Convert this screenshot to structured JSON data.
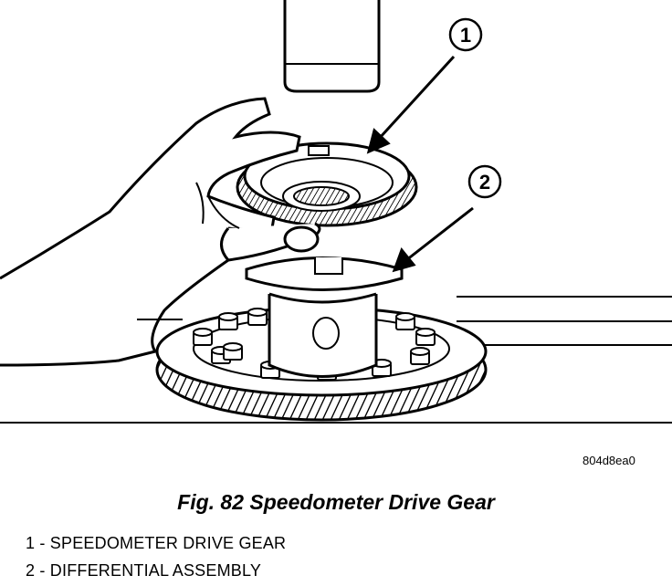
{
  "figure": {
    "callouts": [
      {
        "number": "1"
      },
      {
        "number": "2"
      }
    ],
    "figure_id": "804d8ea0",
    "caption": "Fig. 82 Speedometer Drive Gear",
    "legend": [
      {
        "text": "1 - SPEEDOMETER DRIVE GEAR"
      },
      {
        "text": "2 - DIFFERENTIAL ASSEMBLY"
      }
    ]
  }
}
